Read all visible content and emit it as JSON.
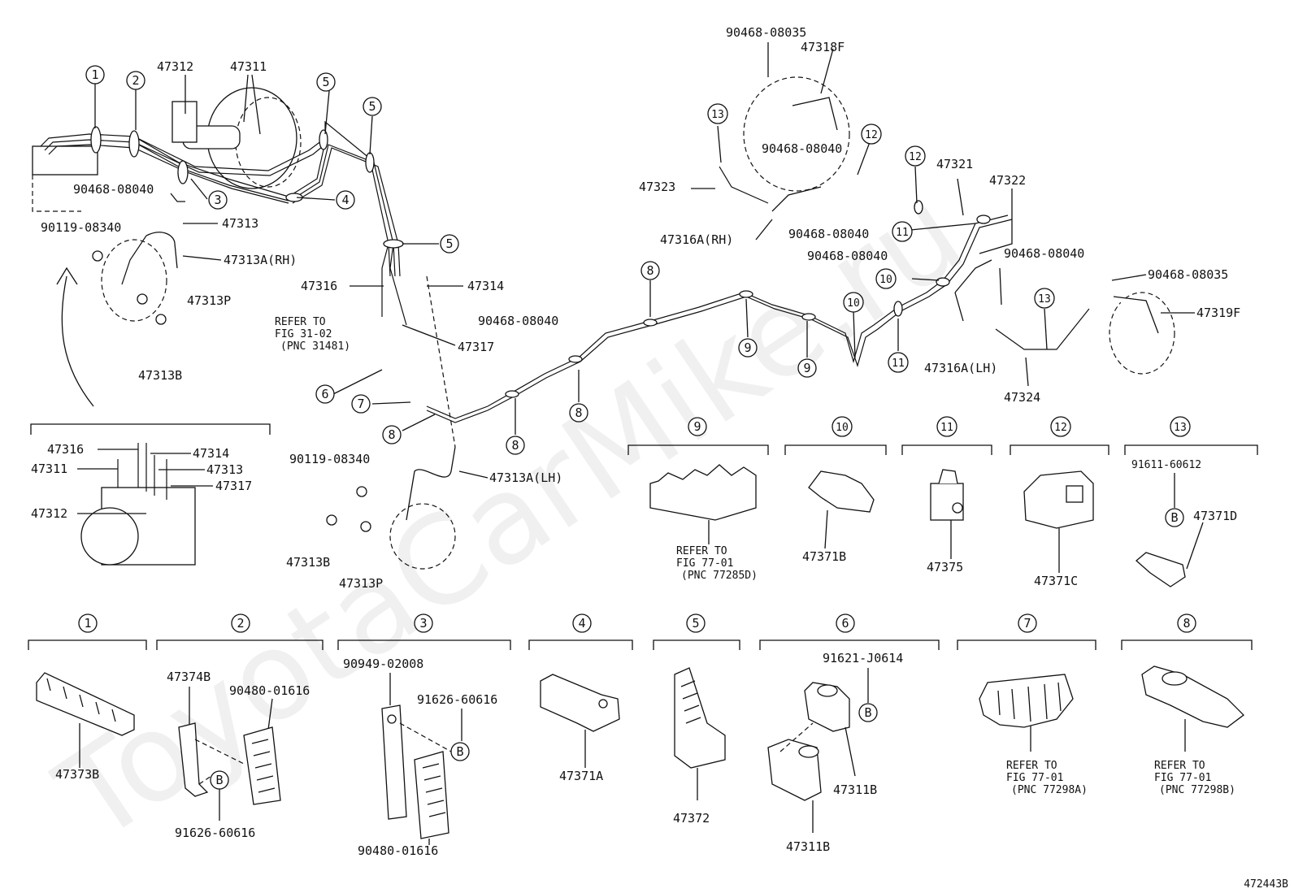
{
  "watermark": "ToyotaCarMike.ru",
  "figure_code": "472443B",
  "callout_numbers": [
    "1",
    "2",
    "3",
    "4",
    "5",
    "6",
    "7",
    "8",
    "9",
    "10",
    "11",
    "12",
    "13"
  ],
  "detail_letter": "B",
  "main_labels": {
    "p47312": "47312",
    "p47311": "47311",
    "p90468_08040_a": "90468-08040",
    "p47313": "47313",
    "p90119_08340_a": "90119-08340",
    "p47313A_RH": "47313A(RH)",
    "p47313P_a": "47313P",
    "p47313B_a": "47313B",
    "p47316": "47316",
    "p47314": "47314",
    "refer_31_l1": "REFER TO",
    "refer_31_l2": "FIG 31-02",
    "refer_31_l3": "(PNC 31481)",
    "p90468_08040_b": "90468-08040",
    "p47317": "47317",
    "p90119_08340_b": "90119-08340",
    "p47313A_LH": "47313A(LH)",
    "p47313B_b": "47313B",
    "p47313P_b": "47313P",
    "p90468_08035_a": "90468-08035",
    "p47318F": "47318F",
    "p47323": "47323",
    "p90468_08040_c": "90468-08040",
    "p47316A_RH": "47316A(RH)",
    "p90468_08040_d": "90468-08040",
    "p90468_08040_e": "90468-08040",
    "p47321": "47321",
    "p47322": "47322",
    "p90468_08040_f": "90468-08040",
    "p90468_08035_b": "90468-08035",
    "p47319F": "47319F",
    "p47316A_LH": "47316A(LH)",
    "p47324": "47324"
  },
  "inset_labels": {
    "p47316": "47316",
    "p47314": "47314",
    "p47311": "47311",
    "p47313": "47313",
    "p47317": "47317",
    "p47312": "47312"
  },
  "detail_labels": {
    "d9_l1": "REFER TO",
    "d9_l2": "FIG 77-01",
    "d9_l3": "(PNC 77285D)",
    "d10": "47371B",
    "d11": "47375",
    "d12": "47371C",
    "d13_a": "91611-60612",
    "d13_b": "47371D",
    "d1": "47373B",
    "d2_a": "47374B",
    "d2_b": "90480-01616",
    "d2_c": "91626-60616",
    "d3_a": "90949-02008",
    "d3_b": "91626-60616",
    "d3_c": "90480-01616",
    "d4": "47371A",
    "d5": "47372",
    "d6_a": "91621-J0614",
    "d6_b": "47311B",
    "d6_c": "47311B",
    "d7_l1": "REFER TO",
    "d7_l2": "FIG 77-01",
    "d7_l3": "(PNC 77298A)",
    "d8_l1": "REFER TO",
    "d8_l2": "FIG 77-01",
    "d8_l3": "(PNC 77298B)"
  }
}
